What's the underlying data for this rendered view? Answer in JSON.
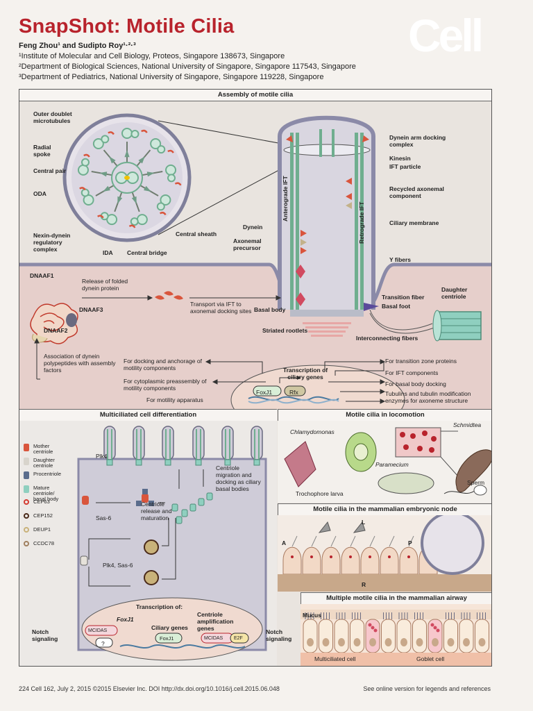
{
  "header": {
    "title": "SnapShot: Motile Cilia",
    "logo": "Cell",
    "authors": "Feng Zhou¹ and Sudipto Roy¹·²·³",
    "affiliations": [
      "¹Institute of Molecular and Cell Biology, Proteos, Singapore 138673, Singapore",
      "²Department of Biological Sciences, National University of Singapore, Singapore 117543, Singapore",
      "³Department of Pediatrics, National University of Singapore, Singapore 119228, Singapore"
    ]
  },
  "assembly": {
    "title": "Assembly of motile cilia",
    "labels": {
      "outer_doublet": "Outer doublet microtubules",
      "radial_spoke": "Radial spoke",
      "central_pair": "Central pair",
      "oda": "ODA",
      "ndrc": "Nexin-dynein regulatory complex",
      "ida": "IDA",
      "central_bridge": "Central bridge",
      "central_sheath": "Central sheath",
      "dynein_arm_docking": "Dynein arm docking complex",
      "kinesin": "Kinesin",
      "ift_particle": "IFT particle",
      "recycled": "Recycled axonemal component",
      "ciliary_membrane": "Ciliary membrane",
      "dynein": "Dynein",
      "axonemal_precursor": "Axonemal precursor",
      "anterograde": "Anterograde IFT",
      "retrograde": "Retrograde IFT",
      "y_fibers": "Y fibers",
      "transition_fiber": "Transition fiber",
      "basal_foot": "Basal foot",
      "daughter_centriole": "Daughter centriole",
      "basal_body": "Basal body",
      "striated_rootlets": "Striated rootlets",
      "interconnecting": "Interconnecting fibers",
      "dnaaf1": "DNAAF1",
      "dnaaf3": "DNAAF3",
      "dnaaf2": "DNAAF2",
      "release": "Release of folded dynein protein",
      "transport": "Transport via IFT to axonemal docking sites",
      "association": "Association of dynein polypeptides with assembly factors",
      "docking_anchorage": "For docking and anchorage of motility components",
      "cyto_preassembly": "For cytoplasmic preassembly of motility components",
      "motility_apparatus": "For motility apparatus",
      "transcription": "Transcription of ciliary genes",
      "foxj1": "FoxJ1",
      "rfx": "Rfx",
      "tz_proteins": "For transition zone proteins",
      "ift_components": "For IFT components",
      "basal_docking": "For basal body docking",
      "tubulins": "Tubulins and tubulin modification enzymes for axoneme structure"
    }
  },
  "multiciliated": {
    "title": "Multiciliated cell differentiation",
    "legend": [
      {
        "label": "Mother centriole",
        "color": "#d9553c"
      },
      {
        "label": "Daughter centriole",
        "color": "#d8d4cc"
      },
      {
        "label": "Procentriole",
        "color": "#5a6c8c"
      },
      {
        "label": "Mature centriole/ basal body",
        "color": "#8fcfbf"
      },
      {
        "label": "CEP63",
        "color": "#d43a30"
      },
      {
        "label": "CEP152",
        "color": "#4a2a1a"
      },
      {
        "label": "DEUP1",
        "color": "#c9b27a"
      },
      {
        "label": "CCDC78",
        "color": "#a08060"
      }
    ],
    "plk4_top": "Plk4",
    "sas6": "Sas-6",
    "plk4_sas6": "Plk4, Sas-6",
    "release": "Centriole release and maturation",
    "migration": "Centriole migration and docking as ciliary basal bodies",
    "transcription_of": "Transcription of:",
    "foxj1": "FoxJ1",
    "ciliary_genes": "Ciliary genes",
    "amplification": "Centriole amplification genes",
    "mcidas": "MCIDAS",
    "question": "?",
    "foxj1_box": "FoxJ1",
    "e2f": "E2F",
    "notch_left": "Notch signaling",
    "notch_right": "Notch signaling"
  },
  "locomotion": {
    "title": "Motile cilia in locomotion",
    "chlamydomonas": "Chlamydomonas",
    "schmidtea": "Schmidtea",
    "paramecium": "Paramecium",
    "trochophore": "Trochophore larva",
    "sperm": "Sperm"
  },
  "node": {
    "title": "Motile cilia in the mammalian embryonic node",
    "l": "L",
    "a": "A",
    "p": "P",
    "r": "R"
  },
  "airway": {
    "title": "Multiple motile cilia in the mammalian airway",
    "mucus": "Mucus",
    "multiciliated": "Multiciliated cell",
    "goblet": "Goblet cell"
  },
  "footer": {
    "left": "224  Cell 162, July 2, 2015 ©2015 Elsevier Inc.   DOI http://dx.doi.org/10.1016/j.cell.2015.06.048",
    "right": "See online version for legends and references"
  },
  "colors": {
    "accent": "#b8232c",
    "membrane": "#8b8aa8",
    "microtubule": "#6fae8f",
    "dynein": "#d9553c"
  }
}
